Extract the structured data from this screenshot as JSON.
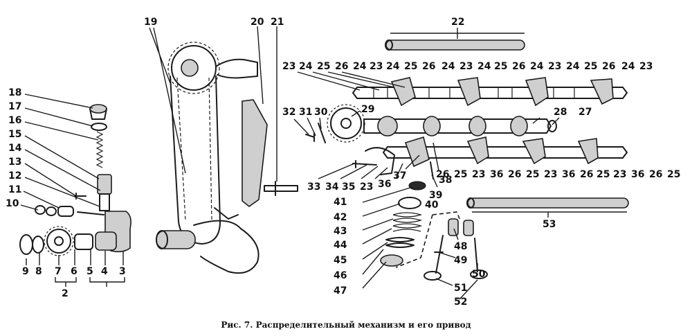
{
  "caption": "Рис. 7. Распределительный механизм и его привод",
  "labels": {
    "l2": "2",
    "l3": "3",
    "l4": "4",
    "l5": "5",
    "l6": "6",
    "l7": "7",
    "l8": "8",
    "l9": "9",
    "l10": "10",
    "l11": "11",
    "l12": "12",
    "l13": "13",
    "l14": "14",
    "l15": "15",
    "l16": "16",
    "l17": "17",
    "l18": "18",
    "l19": "19",
    "l20": "20",
    "l21": "21",
    "l22": "22",
    "l23": "23",
    "l24": "24",
    "l25": "25",
    "l26": "26",
    "l27": "27",
    "l28": "28",
    "l29": "29",
    "l30": "30",
    "l31": "31",
    "l32": "32",
    "l33": "33",
    "l34": "34",
    "l35": "35",
    "l36": "36",
    "l37": "37",
    "l38": "38",
    "l39": "39",
    "l40": "40",
    "l41": "41",
    "l42": "42",
    "l43": "43",
    "l44": "44",
    "l45": "45",
    "l46": "46",
    "l47": "47",
    "l48": "48",
    "l49": "49",
    "l50": "50",
    "l51": "51",
    "l52": "52",
    "l53": "53"
  }
}
